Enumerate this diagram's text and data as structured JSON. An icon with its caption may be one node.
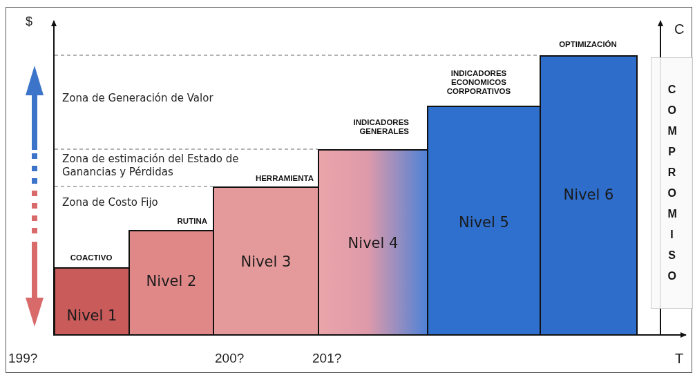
{
  "diagram": {
    "nodes": [
      {
        "text": [
          "Nivel 1"
        ],
        "beside": [
          "COACTIVO"
        ]
      },
      {
        "text": [
          "Nivel 2"
        ],
        "beside": [
          "RUTINA"
        ]
      },
      {
        "text": [
          "Nivel 3"
        ],
        "beside": [
          "HERRAMIENTA"
        ]
      },
      {
        "text": [
          "Nivel 4"
        ],
        "beside": [
          "INDICADORES GENERALES"
        ]
      },
      {
        "text": [
          "Nivel 5"
        ],
        "beside": [
          "INDICADORES ECONOMICOS CORPORATIVOS"
        ]
      },
      {
        "text": [
          "Nivel 6"
        ],
        "beside": [
          "OPTIMIZACIÓN"
        ]
      },
      {
        "text": [
          "COMPROMISO"
        ]
      }
    ],
    "edges": [],
    "labels": [
      "$",
      "C",
      "Zona de Generación de Valor",
      "Zona de estimación del Estado de Ganancias y Pérdidas",
      "Zona de Costo Fijo",
      "199?",
      "200?",
      "201?",
      "T"
    ]
  }
}
